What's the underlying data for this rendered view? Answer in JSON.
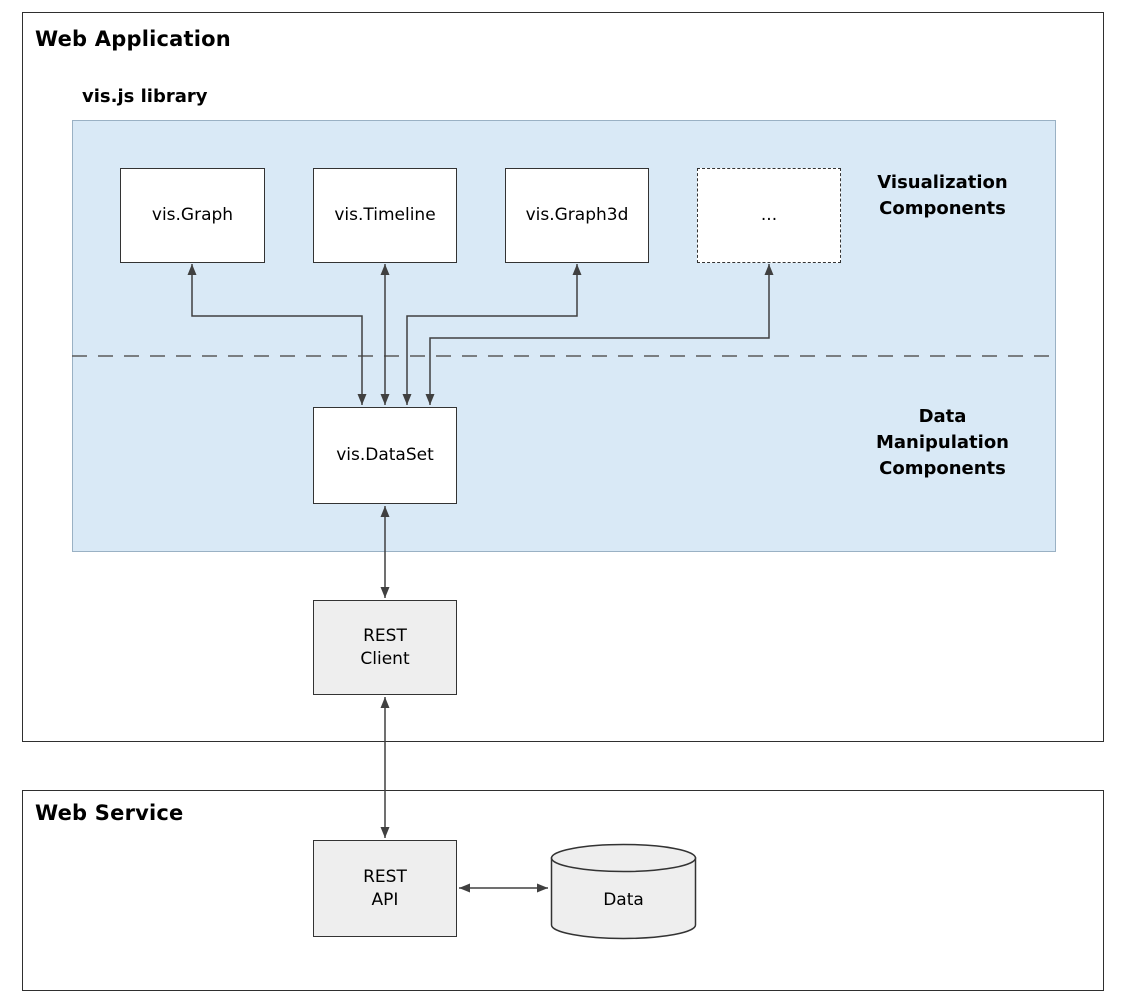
{
  "web_application": {
    "title": "Web Application",
    "vis_library": {
      "label": "vis.js library",
      "components": [
        {
          "label": "vis.Graph"
        },
        {
          "label": "vis.Timeline"
        },
        {
          "label": "vis.Graph3d"
        },
        {
          "label": "..."
        }
      ],
      "visualization_section_label": "Visualization\nComponents",
      "data_manipulation_section_label": "Data\nManipulation\nComponents",
      "dataset_label": "vis.DataSet"
    },
    "rest_client_label": "REST\nClient"
  },
  "web_service": {
    "title": "Web Service",
    "rest_api_label": "REST\nAPI",
    "data_store_label": "Data"
  },
  "colors": {
    "library_fill": "#d9e9f6",
    "component_fill": "#ffffff",
    "service_box_fill": "#eeeeee",
    "arrow": "#404040",
    "border": "#333333"
  }
}
